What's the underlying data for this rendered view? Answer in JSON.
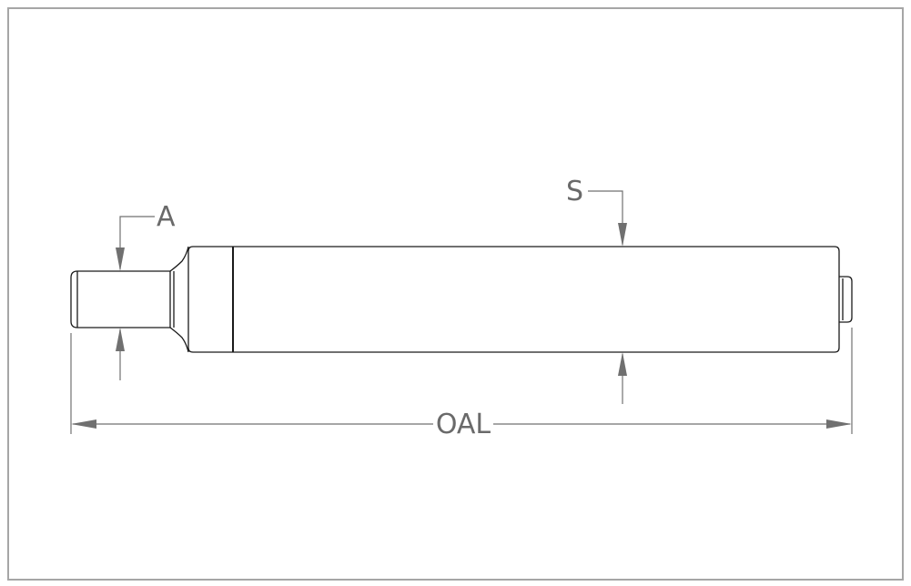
{
  "labels": {
    "a": "A",
    "s": "S",
    "oal": "OAL"
  },
  "colors": {
    "border": "#a6a6a6",
    "part_outline": "#1a1a1a",
    "dimension": "#707070",
    "background": "#ffffff"
  }
}
